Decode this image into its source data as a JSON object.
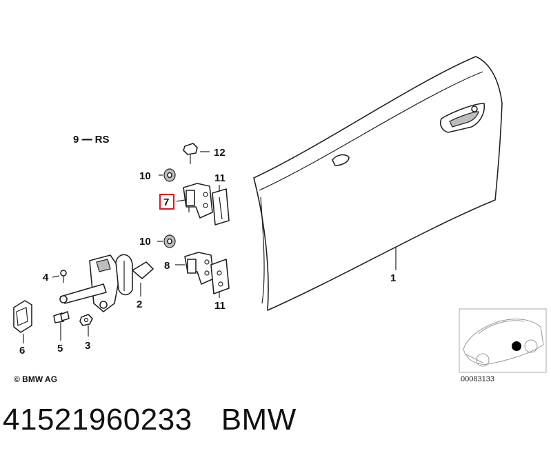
{
  "callouts": {
    "c1": "1",
    "c2": "2",
    "c3": "3",
    "c4": "4",
    "c5": "5",
    "c6": "6",
    "c7": "7",
    "c8": "8",
    "c9rs": "9 — RS",
    "c10a": "10",
    "c10b": "10",
    "c11a": "11",
    "c11b": "11",
    "c12": "12"
  },
  "highlight_color": "#e0141e",
  "copyright": "© BMW AG",
  "image_number": "00083133",
  "part_number": "41521960233",
  "brand": "BMW"
}
